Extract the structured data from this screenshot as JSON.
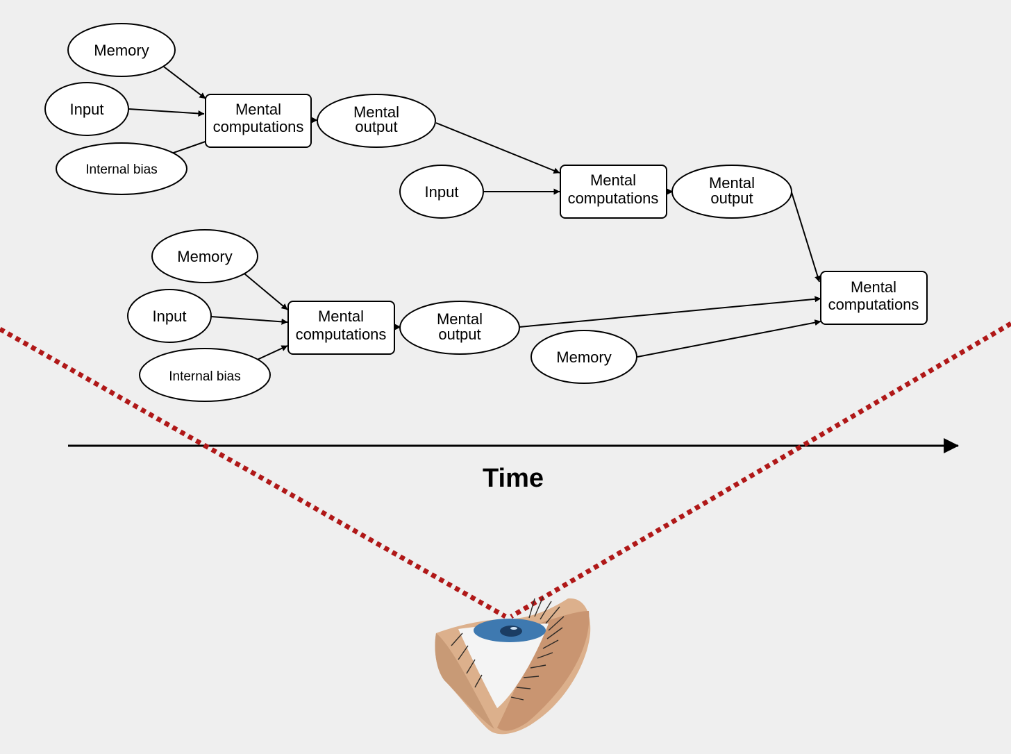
{
  "diagram": {
    "nodes": {
      "memory_1": "Memory",
      "input_1": "Input",
      "bias_1": "Internal bias",
      "comp_1": [
        "Mental",
        "computations"
      ],
      "output_1": [
        "Mental",
        "output"
      ],
      "input_2": "Input",
      "comp_2": [
        "Mental",
        "computations"
      ],
      "output_2": [
        "Mental",
        "output"
      ],
      "memory_2": "Memory",
      "input_3": "Input",
      "bias_2": "Internal bias",
      "comp_3": [
        "Mental",
        "computations"
      ],
      "output_3": [
        "Mental",
        "output"
      ],
      "memory_3": "Memory",
      "comp_4": [
        "Mental",
        "computations"
      ]
    },
    "edges": [
      [
        "memory_1",
        "comp_1"
      ],
      [
        "input_1",
        "comp_1"
      ],
      [
        "bias_1",
        "comp_1"
      ],
      [
        "comp_1",
        "output_1"
      ],
      [
        "output_1",
        "comp_2"
      ],
      [
        "input_2",
        "comp_2"
      ],
      [
        "comp_2",
        "output_2"
      ],
      [
        "output_2",
        "comp_4"
      ],
      [
        "memory_2",
        "comp_3"
      ],
      [
        "input_3",
        "comp_3"
      ],
      [
        "bias_2",
        "comp_3"
      ],
      [
        "comp_3",
        "output_3"
      ],
      [
        "output_3",
        "comp_4"
      ],
      [
        "memory_3",
        "comp_4"
      ]
    ]
  },
  "timeline": {
    "label": "Time"
  },
  "colors": {
    "background": "#efefef",
    "view_lines": "#b01818",
    "iris": "#3e79b0",
    "skin": "#dcb08c"
  },
  "icons": {
    "viewer": "eye-icon"
  }
}
